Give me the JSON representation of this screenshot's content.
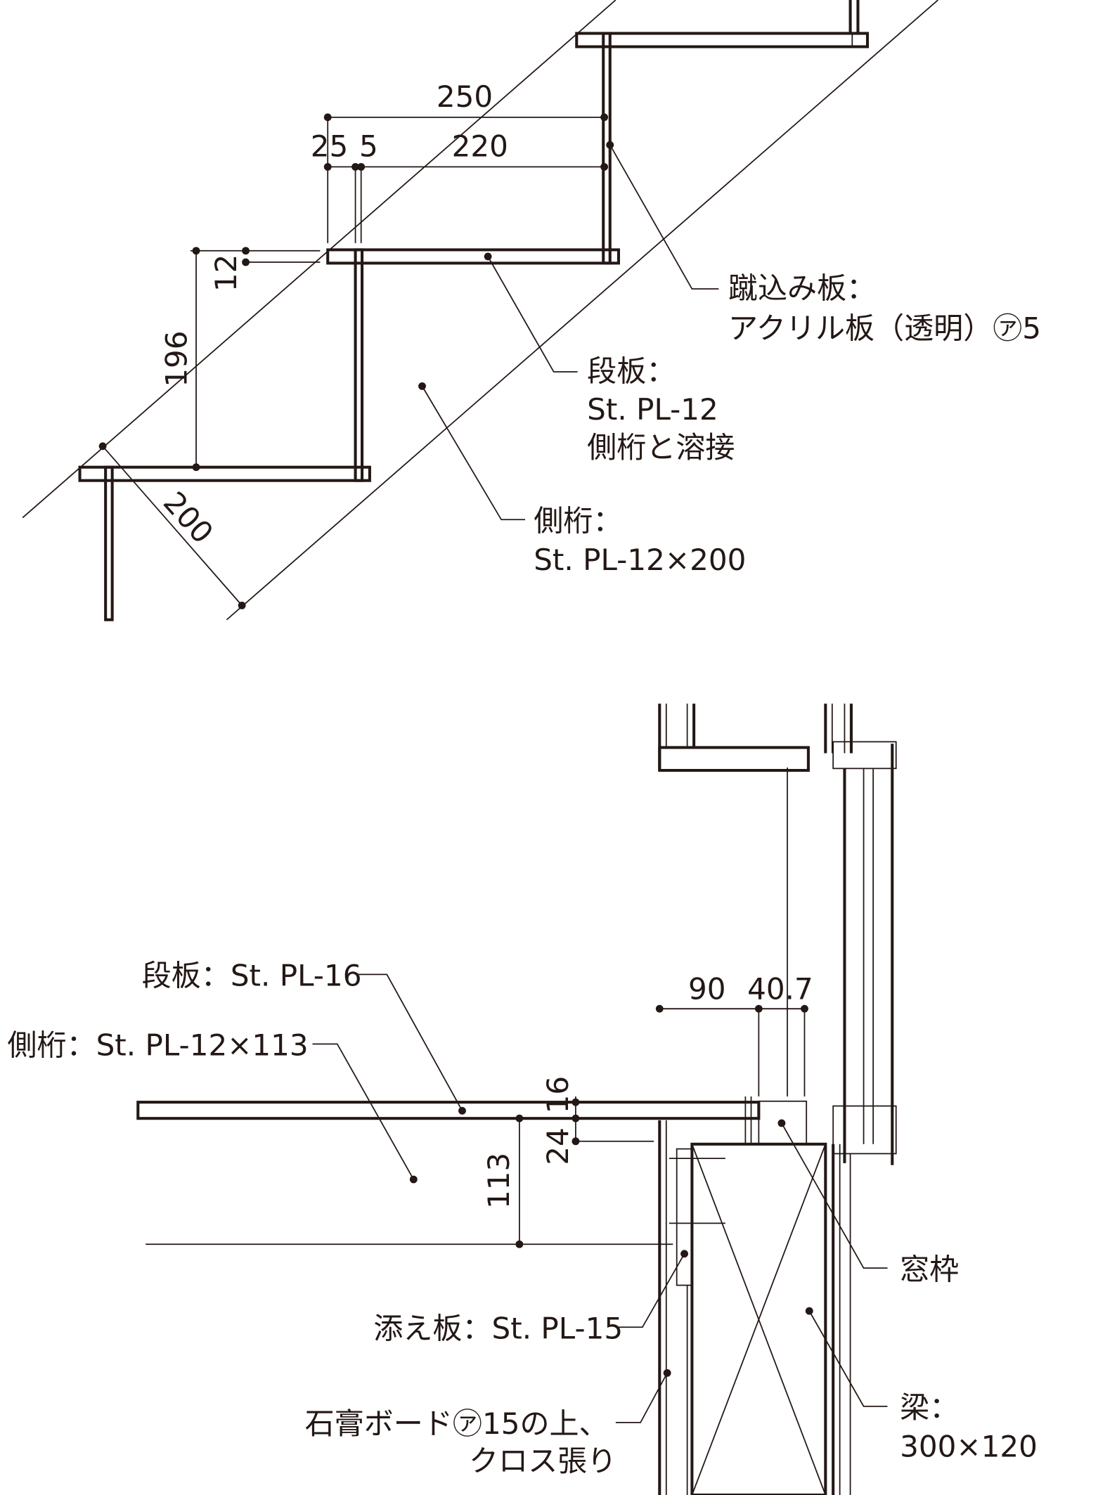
{
  "upper": {
    "dims": {
      "d250": "250",
      "d25": "25",
      "d5": "5",
      "d220": "220",
      "d12": "12",
      "d196": "196",
      "d200": "200"
    },
    "labels": {
      "riser": [
        "蹴込み板：",
        "アクリル板（透明）㋐5"
      ],
      "tread": [
        "段板：",
        "St. PL-12",
        "側桁と溶接"
      ],
      "stringer": [
        "側桁：",
        "St. PL-12×200"
      ]
    }
  },
  "lower": {
    "dims": {
      "d90": "90",
      "d407": "40.7",
      "d16": "16",
      "d24": "24",
      "d113": "113"
    },
    "labels": {
      "tread": "段板：St. PL-16",
      "stringer": "側桁：St. PL-12×113",
      "window_frame": "窓枠",
      "plate": "添え板：St. PL-15",
      "beam": [
        "梁：",
        "300×120"
      ],
      "board": [
        "石膏ボード㋐15の上、",
        "クロス張り"
      ]
    }
  },
  "colors": {
    "ink": "#231815",
    "background": "#ffffff"
  }
}
